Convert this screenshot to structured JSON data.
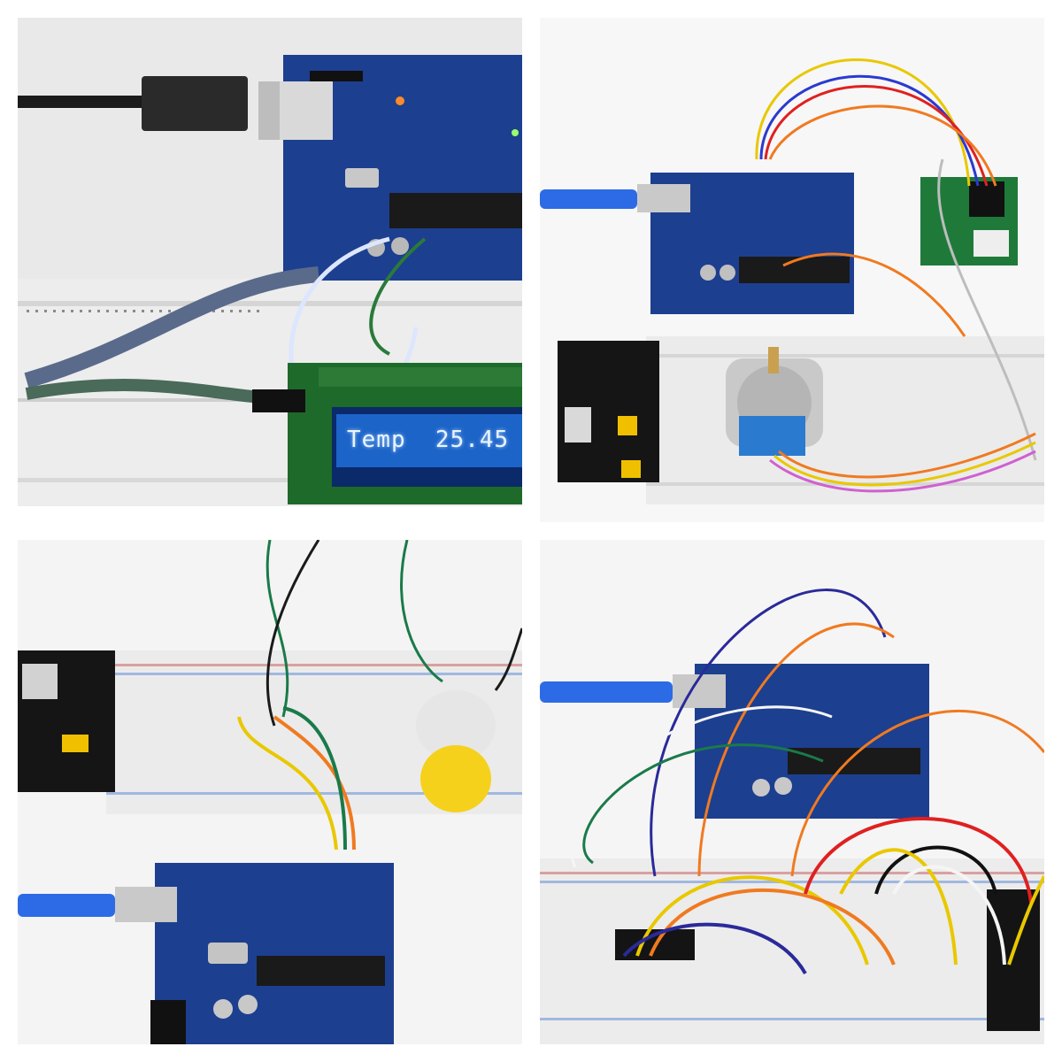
{
  "panels": [
    {
      "id": "top-left",
      "lcd_text": "Temp  25.45"
    },
    {
      "id": "top-right"
    },
    {
      "id": "bottom-left"
    },
    {
      "id": "bottom-right"
    }
  ],
  "colors": {
    "arduino_blue": "#1d3f8f",
    "breadboard": "#ececec",
    "lcd_blue": "#1d64c9"
  }
}
